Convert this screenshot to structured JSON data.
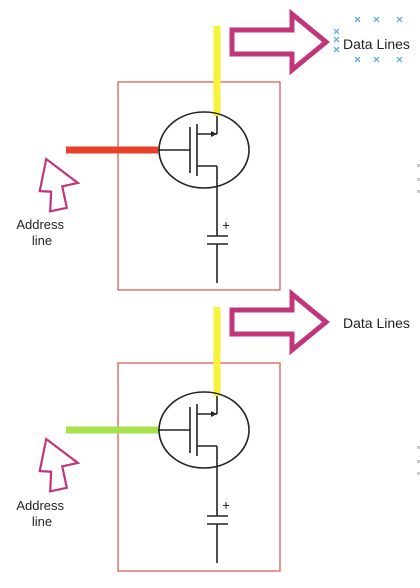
{
  "cells": [
    {
      "data_label": "Data Lines",
      "address_label": [
        "Address",
        "line"
      ],
      "address_line_color": "#e8412b",
      "selected": true
    },
    {
      "data_label": "Data Lines",
      "address_label": [
        "Address",
        "line"
      ],
      "address_line_color": "#a6e24b",
      "selected": false
    }
  ],
  "colors": {
    "bit_line": "#f7f33a",
    "arrow_outline": "#c2357a",
    "box_border": "#e0504a",
    "device": "#222222",
    "selection_marker": "#4da3d6"
  },
  "icons": [
    "block-arrow-right-icon",
    "block-arrow-up-icon",
    "mosfet-transistor-icon",
    "capacitor-icon"
  ]
}
